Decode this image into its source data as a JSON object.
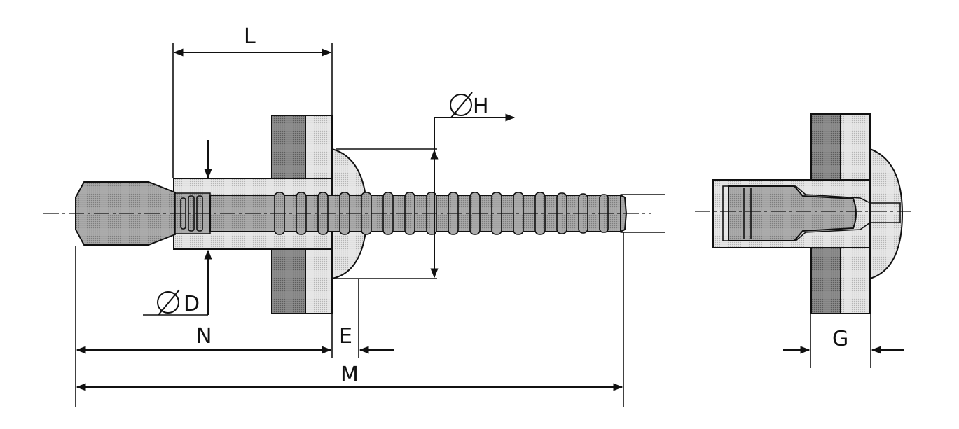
{
  "labels": {
    "L": "L",
    "H": "H",
    "D": "D",
    "N": "N",
    "E": "E",
    "M": "M",
    "G": "G"
  },
  "colors": {
    "sheet_dark": "#8a8a8a",
    "sheet_light": "#e4e4e4",
    "rivet_body": "#d6d6d6",
    "mandrel": "#a9a9a9",
    "line": "#111111"
  }
}
